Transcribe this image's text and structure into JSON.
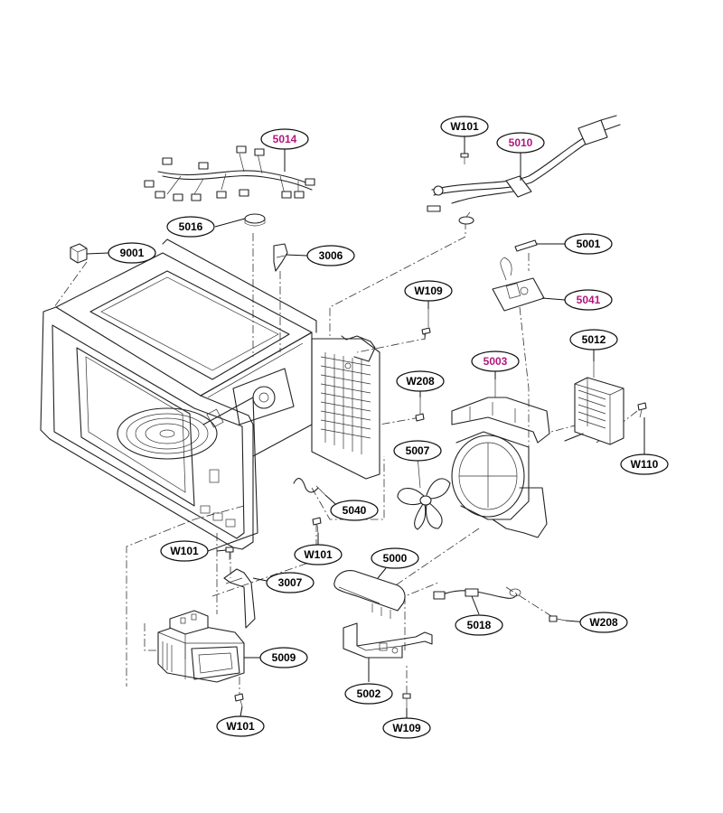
{
  "labels": [
    {
      "key": "w101_top",
      "text": "W101",
      "highlight": false
    },
    {
      "key": "p5010",
      "text": "5010",
      "highlight": true
    },
    {
      "key": "p5014",
      "text": "5014",
      "highlight": true
    },
    {
      "key": "p5016",
      "text": "5016",
      "highlight": false
    },
    {
      "key": "p9001",
      "text": "9001",
      "highlight": false
    },
    {
      "key": "p3006",
      "text": "3006",
      "highlight": false
    },
    {
      "key": "p5001",
      "text": "5001",
      "highlight": false
    },
    {
      "key": "w109_top",
      "text": "W109",
      "highlight": false
    },
    {
      "key": "p5041",
      "text": "5041",
      "highlight": true
    },
    {
      "key": "p5012",
      "text": "5012",
      "highlight": false
    },
    {
      "key": "p5003",
      "text": "5003",
      "highlight": true
    },
    {
      "key": "w208_mid",
      "text": "W208",
      "highlight": false
    },
    {
      "key": "p5007",
      "text": "5007",
      "highlight": false
    },
    {
      "key": "w110",
      "text": "W110",
      "highlight": false
    },
    {
      "key": "p5040",
      "text": "5040",
      "highlight": false
    },
    {
      "key": "w101_mid",
      "text": "W101",
      "highlight": false
    },
    {
      "key": "w101_left",
      "text": "W101",
      "highlight": false
    },
    {
      "key": "p3007",
      "text": "3007",
      "highlight": false
    },
    {
      "key": "p5000",
      "text": "5000",
      "highlight": false
    },
    {
      "key": "p5009",
      "text": "5009",
      "highlight": false
    },
    {
      "key": "p5018",
      "text": "5018",
      "highlight": false
    },
    {
      "key": "w208_bot",
      "text": "W208",
      "highlight": false
    },
    {
      "key": "p5002",
      "text": "5002",
      "highlight": false
    },
    {
      "key": "w101_bot",
      "text": "W101",
      "highlight": false
    },
    {
      "key": "w109_bot",
      "text": "W109",
      "highlight": false
    }
  ],
  "colors": {
    "highlight": "#b0187a",
    "line": "#222222"
  }
}
